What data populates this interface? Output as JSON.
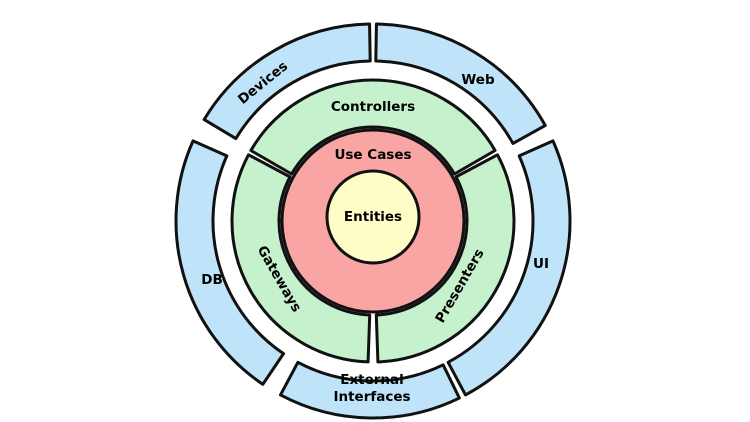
{
  "diagram": {
    "layers": {
      "outer": {
        "fill": "#bfe3f8",
        "segments": [
          {
            "id": "devices",
            "label": "Devices"
          },
          {
            "id": "web",
            "label": "Web"
          },
          {
            "id": "ui",
            "label": "UI"
          },
          {
            "id": "external-interfaces",
            "label_lines": [
              "External",
              "Interfaces"
            ]
          },
          {
            "id": "db",
            "label": "DB"
          }
        ]
      },
      "adapters": {
        "fill": "#c6f1cd",
        "segments": [
          {
            "id": "controllers",
            "label": "Controllers"
          },
          {
            "id": "presenters",
            "label": "Presenters"
          },
          {
            "id": "gateways",
            "label": "Gateways"
          }
        ]
      },
      "use_cases": {
        "fill": "#f8a5a4",
        "label": "Use Cases"
      },
      "entities": {
        "fill": "#fefdc8",
        "label": "Entities"
      }
    },
    "stroke_color": "#111111"
  }
}
